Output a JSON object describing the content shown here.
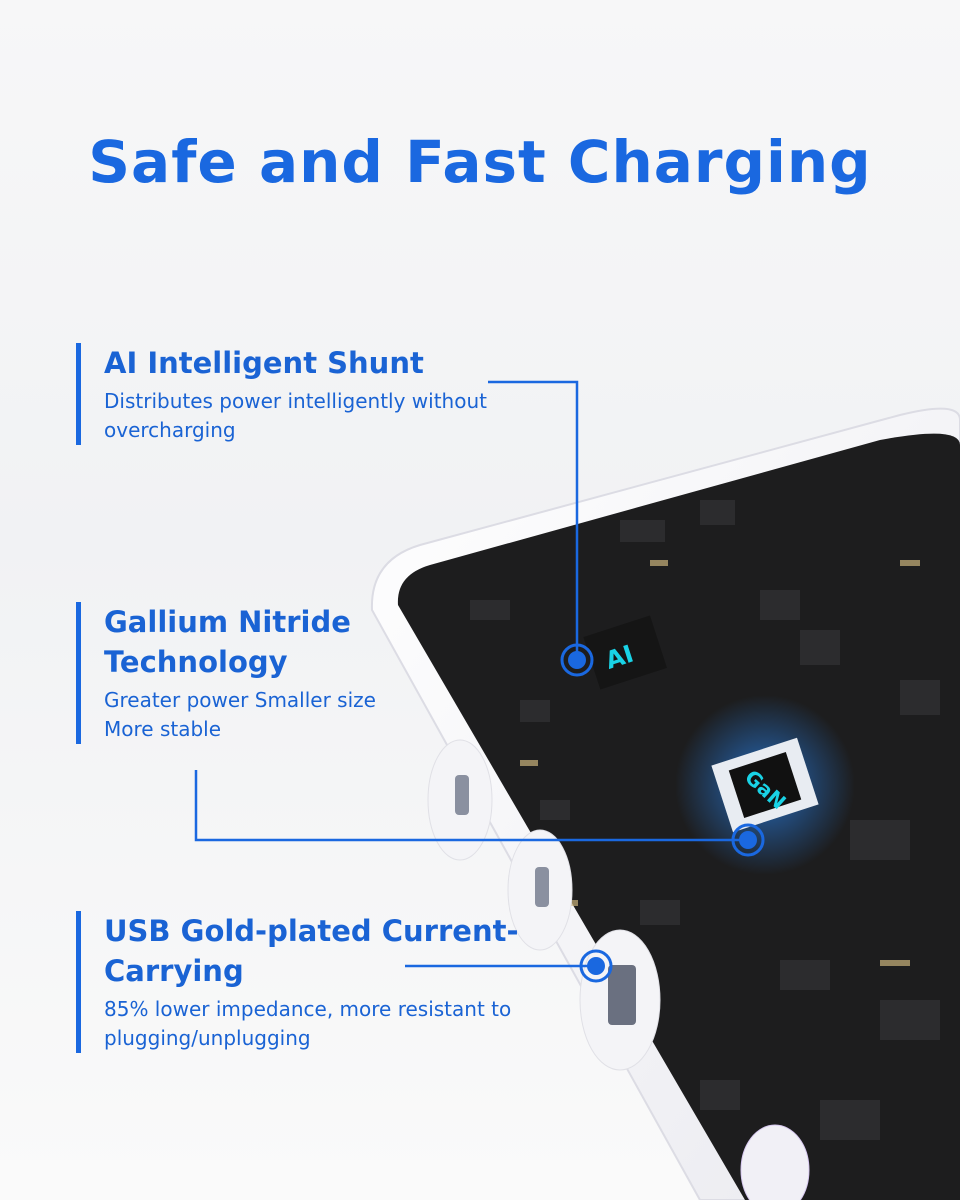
{
  "title": "Safe and Fast Charging",
  "features": [
    {
      "heading": "AI Intelligent Shunt",
      "description": "Distributes power intelligently without overcharging"
    },
    {
      "heading": "Gallium Nitride Technology",
      "description": "Greater power Smaller size More stable"
    },
    {
      "heading": "USB Gold-plated Current-Carrying",
      "description": "85% lower impedance, more resistant to plugging/unplugging"
    }
  ],
  "chips": {
    "ai": "AI",
    "gan": "GaN"
  },
  "colors": {
    "accent": "#1a68e0",
    "board": "#1c1c1c",
    "chip_text": "#19d3e6"
  }
}
